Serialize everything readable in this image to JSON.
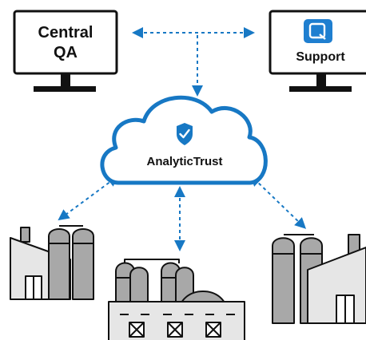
{
  "monitors": {
    "central_qa": {
      "line1": "Central",
      "line2": "QA"
    },
    "support": {
      "label": "Support",
      "logo_glyph": "Q"
    }
  },
  "cloud": {
    "label": "AnalyticTrust",
    "icon": "shield-check-icon"
  },
  "colors": {
    "accent": "#1778c4",
    "logo_blue": "#1f7fd0",
    "building_fill": "#e6e6e6",
    "tank_fill": "#a8a8a8",
    "outline": "#111111"
  }
}
